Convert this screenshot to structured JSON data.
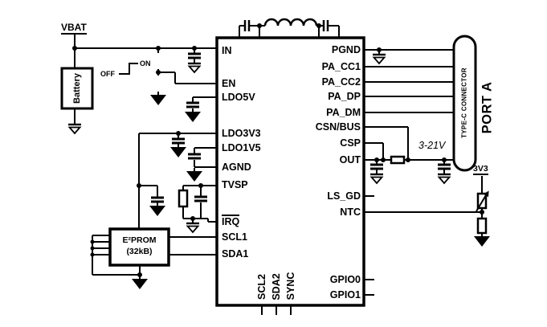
{
  "labels": {
    "vbat": "VBAT",
    "battery": "Battery",
    "off": "OFF",
    "on": "ON",
    "eeprom_name": "E²PROM",
    "eeprom_size": "(32kB)",
    "out_voltage": "3-21V",
    "rail_3v3": "3V3",
    "typec_connector": "TYPE-C CONNECTOR",
    "port_a": "PORT A"
  },
  "ic": {
    "left_pins": [
      "IN",
      "EN",
      "LDO5V",
      "LDO3V3",
      "LDO1V5",
      "AGND",
      "TVSP",
      "IRQ",
      "SCL1",
      "SDA1"
    ],
    "right_pins": [
      "PGND",
      "PA_CC1",
      "PA_CC2",
      "PA_DP",
      "PA_DM",
      "CSN/BUS",
      "CSP",
      "OUT",
      "LS_GD",
      "NTC",
      "GPIO0",
      "GPIO1"
    ],
    "bottom_pins": [
      "SCL2",
      "SDA2",
      "SYNC"
    ]
  },
  "colors": {
    "ink": "#000000",
    "paper": "#ffffff"
  }
}
